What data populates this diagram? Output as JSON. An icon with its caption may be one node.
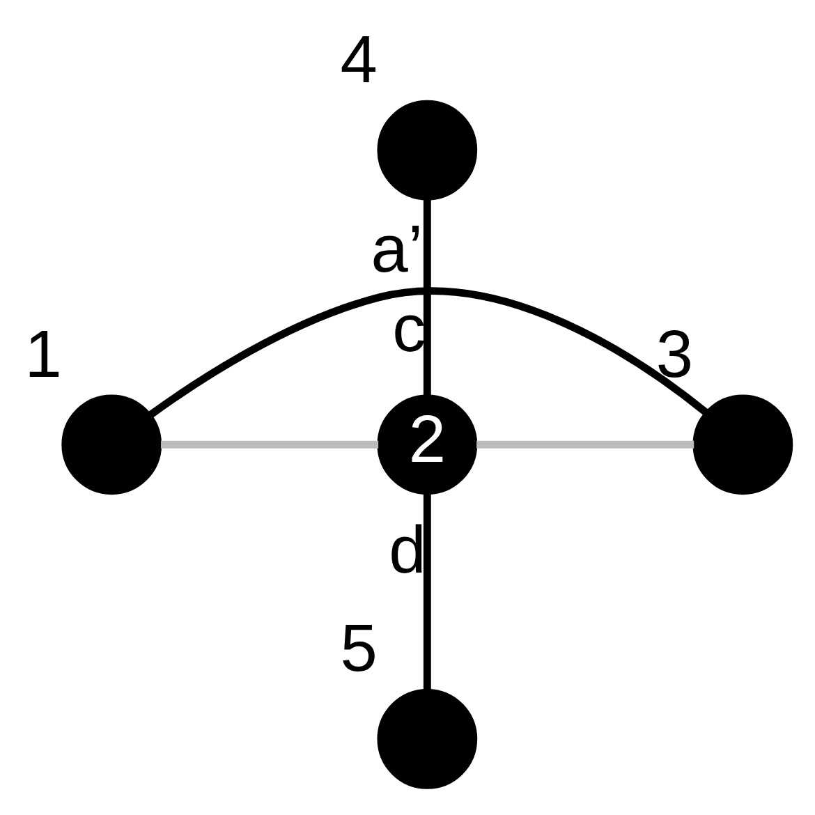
{
  "diagram": {
    "nodes": [
      {
        "text": [],
        "shape": "circle",
        "beside": [
          "1"
        ]
      },
      {
        "text": [
          "2"
        ]
      },
      {
        "text": [],
        "shape": "circle",
        "beside": [
          "3"
        ]
      },
      {
        "text": [],
        "shape": "circle",
        "beside": [
          "4"
        ]
      },
      {
        "text": [],
        "shape": "circle",
        "beside": [
          "5"
        ]
      }
    ],
    "edges": [
      {
        "from": 0,
        "to": 1,
        "arrow": "none",
        "color": "#bbbbbb"
      },
      {
        "from": 1,
        "to": 2,
        "arrow": "none",
        "color": "#bbbbbb"
      },
      {
        "from": 3,
        "to": 1,
        "arrow": "none",
        "label": "c"
      },
      {
        "from": 1,
        "to": 4,
        "arrow": "none",
        "label": "d"
      },
      {
        "from": 0,
        "to": 2,
        "arrow": "none",
        "label": "a’"
      }
    ]
  }
}
